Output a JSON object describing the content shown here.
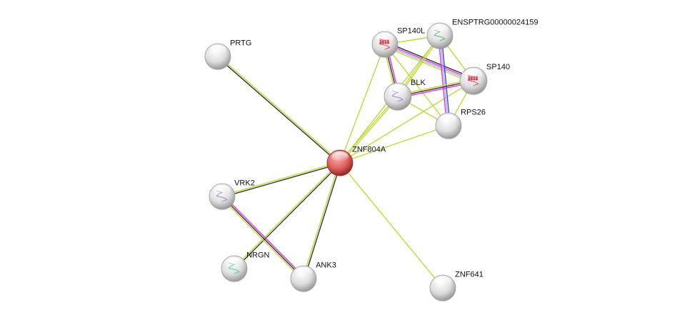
{
  "colors": {
    "textmining": "#c2d83a",
    "coexpression": "#333333",
    "experiments": "#e033e0",
    "database": "#3344ff",
    "homology": "#a8a8ff",
    "query_node": "#e06060",
    "node": "#dcdcdc"
  },
  "nodes": [
    {
      "id": "ZNF804A",
      "label": "ZNF804A",
      "query": true
    },
    {
      "id": "PRTG",
      "label": "PRTG"
    },
    {
      "id": "SP140L",
      "label": "SP140L",
      "structure": "red"
    },
    {
      "id": "ENSPTRG00000024159",
      "label": "ENSPTRG00000024159",
      "structure": "green"
    },
    {
      "id": "SP140",
      "label": "SP140",
      "structure": "red"
    },
    {
      "id": "BLK",
      "label": "BLK",
      "structure": "purple"
    },
    {
      "id": "RPS26",
      "label": "RPS26"
    },
    {
      "id": "VRK2",
      "label": "VRK2",
      "structure": "purple"
    },
    {
      "id": "NRGN",
      "label": "NRGN",
      "structure": "helix"
    },
    {
      "id": "ANK3",
      "label": "ANK3"
    },
    {
      "id": "ZNF641",
      "label": "ZNF641"
    }
  ],
  "edges": [
    {
      "a": "ZNF804A",
      "b": "PRTG",
      "evidence": [
        "coexpression",
        "textmining"
      ]
    },
    {
      "a": "ZNF804A",
      "b": "VRK2",
      "evidence": [
        "coexpression",
        "textmining"
      ]
    },
    {
      "a": "ZNF804A",
      "b": "NRGN",
      "evidence": [
        "coexpression",
        "textmining"
      ]
    },
    {
      "a": "ZNF804A",
      "b": "ANK3",
      "evidence": [
        "coexpression",
        "textmining"
      ]
    },
    {
      "a": "ZNF804A",
      "b": "ZNF641",
      "evidence": [
        "textmining"
      ]
    },
    {
      "a": "ZNF804A",
      "b": "SP140L",
      "evidence": [
        "textmining"
      ]
    },
    {
      "a": "ZNF804A",
      "b": "BLK",
      "evidence": [
        "textmining",
        "textmining"
      ]
    },
    {
      "a": "ZNF804A",
      "b": "SP140",
      "evidence": [
        "textmining"
      ]
    },
    {
      "a": "ZNF804A",
      "b": "RPS26",
      "evidence": [
        "textmining"
      ]
    },
    {
      "a": "ZNF804A",
      "b": "ENSPTRG00000024159",
      "evidence": [
        "textmining"
      ]
    },
    {
      "a": "VRK2",
      "b": "ANK3",
      "evidence": [
        "experiments",
        "coexpression",
        "textmining"
      ]
    },
    {
      "a": "SP140L",
      "b": "ENSPTRG00000024159",
      "evidence": [
        "textmining"
      ]
    },
    {
      "a": "SP140L",
      "b": "SP140",
      "evidence": [
        "coexpression",
        "experiments",
        "homology",
        "textmining"
      ]
    },
    {
      "a": "SP140L",
      "b": "BLK",
      "evidence": [
        "experiments",
        "coexpression",
        "textmining"
      ]
    },
    {
      "a": "SP140L",
      "b": "RPS26",
      "evidence": [
        "textmining"
      ]
    },
    {
      "a": "ENSPTRG00000024159",
      "b": "SP140",
      "evidence": [
        "textmining"
      ]
    },
    {
      "a": "ENSPTRG00000024159",
      "b": "BLK",
      "evidence": [
        "textmining",
        "textmining"
      ]
    },
    {
      "a": "ENSPTRG00000024159",
      "b": "RPS26",
      "evidence": [
        "database",
        "homology",
        "experiments"
      ]
    },
    {
      "a": "BLK",
      "b": "SP140",
      "evidence": [
        "textmining",
        "coexpression",
        "experiments"
      ]
    },
    {
      "a": "BLK",
      "b": "RPS26",
      "evidence": [
        "textmining"
      ]
    },
    {
      "a": "SP140",
      "b": "RPS26",
      "evidence": [
        "textmining"
      ]
    }
  ]
}
